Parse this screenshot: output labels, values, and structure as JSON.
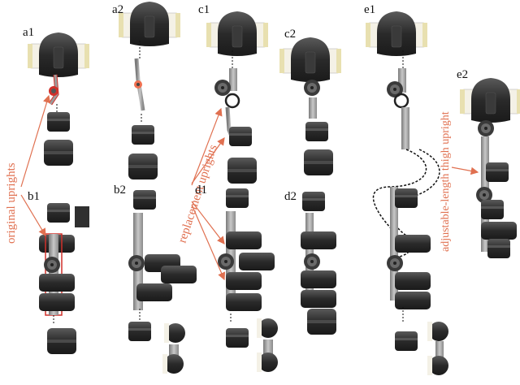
{
  "panels": {
    "a1": "a1",
    "a2": "a2",
    "b1": "b1",
    "b2": "b2",
    "c1": "c1",
    "c2": "c2",
    "d1": "d1",
    "d2": "d2",
    "e1": "e1",
    "e2": "e2"
  },
  "annotations": {
    "original_uprights": "original uprights",
    "replacement_uprights": "replacement uprights",
    "adjustable_thigh": "adjustable-length thigh upright"
  },
  "colors": {
    "accent": "#e07050",
    "pad_dark": "#2a2a2a",
    "pad_light": "#f4f1e6",
    "metal": "#9c9c9c",
    "outline_red": "#d0302a"
  },
  "icons": [
    "ankle-foot-orthosis-icon",
    "knee-ankle-foot-orthosis-icon",
    "hinge-joint-icon",
    "calf-cuff-icon",
    "foot-cuff-icon"
  ]
}
